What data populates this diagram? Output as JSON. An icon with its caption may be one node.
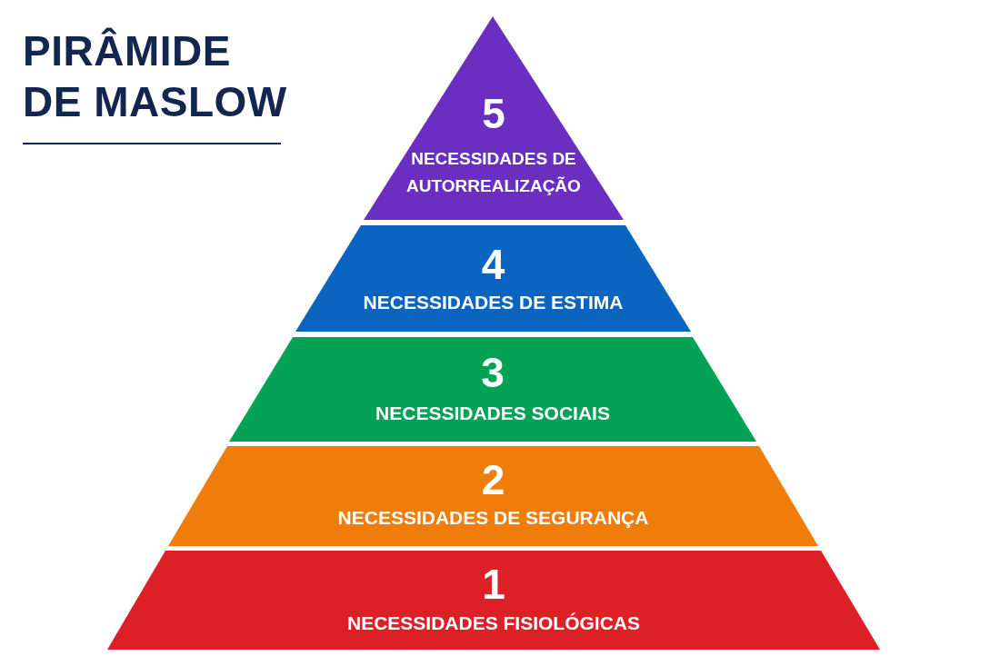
{
  "diagram": {
    "title": "PIRÂMIDE DE MASLOW",
    "nodes": [
      {
        "text": [
          "5",
          "NECESSIDADES DE AUTORREALIZAÇÃO"
        ]
      },
      {
        "text": [
          "4",
          "NECESSIDADES DE ESTIMA"
        ]
      },
      {
        "text": [
          "3",
          "NECESSIDADES SOCIAIS"
        ]
      },
      {
        "text": [
          "2",
          "NECESSIDADES DE SEGURANÇA"
        ]
      },
      {
        "text": [
          "1",
          "NECESSIDADES FISIOLÓGICAS"
        ]
      }
    ]
  }
}
